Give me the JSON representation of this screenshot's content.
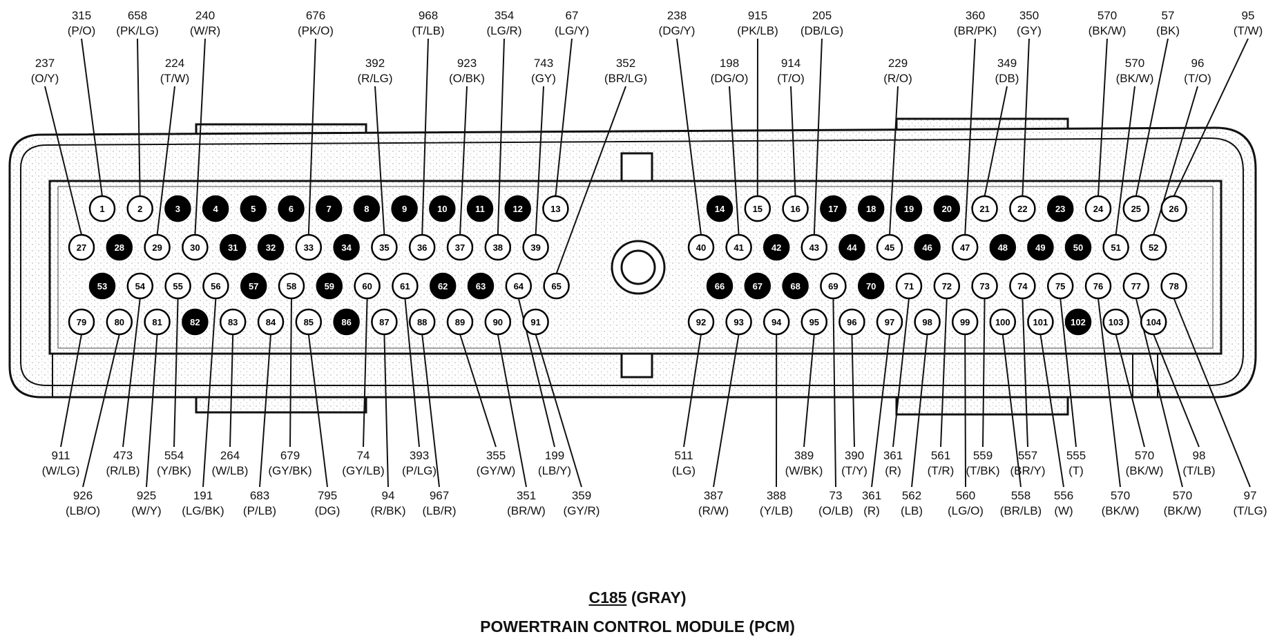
{
  "title": {
    "connector": "C185",
    "connector_suffix": " (GRAY)",
    "module": "POWERTRAIN CONTROL MODULE (PCM)"
  },
  "pins": [
    {
      "n": 1,
      "f": 0
    },
    {
      "n": 2,
      "f": 0
    },
    {
      "n": 3,
      "f": 1
    },
    {
      "n": 4,
      "f": 1
    },
    {
      "n": 5,
      "f": 1
    },
    {
      "n": 6,
      "f": 1
    },
    {
      "n": 7,
      "f": 1
    },
    {
      "n": 8,
      "f": 1
    },
    {
      "n": 9,
      "f": 1
    },
    {
      "n": 10,
      "f": 1
    },
    {
      "n": 11,
      "f": 1
    },
    {
      "n": 12,
      "f": 1
    },
    {
      "n": 13,
      "f": 0
    },
    {
      "n": 14,
      "f": 1
    },
    {
      "n": 15,
      "f": 0
    },
    {
      "n": 16,
      "f": 0
    },
    {
      "n": 17,
      "f": 1
    },
    {
      "n": 18,
      "f": 1
    },
    {
      "n": 19,
      "f": 1
    },
    {
      "n": 20,
      "f": 1
    },
    {
      "n": 21,
      "f": 0
    },
    {
      "n": 22,
      "f": 0
    },
    {
      "n": 23,
      "f": 1
    },
    {
      "n": 24,
      "f": 0
    },
    {
      "n": 25,
      "f": 0
    },
    {
      "n": 26,
      "f": 0
    },
    {
      "n": 27,
      "f": 0
    },
    {
      "n": 28,
      "f": 1
    },
    {
      "n": 29,
      "f": 0
    },
    {
      "n": 30,
      "f": 0
    },
    {
      "n": 31,
      "f": 1
    },
    {
      "n": 32,
      "f": 1
    },
    {
      "n": 33,
      "f": 0
    },
    {
      "n": 34,
      "f": 1
    },
    {
      "n": 35,
      "f": 0
    },
    {
      "n": 36,
      "f": 0
    },
    {
      "n": 37,
      "f": 0
    },
    {
      "n": 38,
      "f": 0
    },
    {
      "n": 39,
      "f": 0
    },
    {
      "n": 40,
      "f": 0
    },
    {
      "n": 41,
      "f": 0
    },
    {
      "n": 42,
      "f": 1
    },
    {
      "n": 43,
      "f": 0
    },
    {
      "n": 44,
      "f": 1
    },
    {
      "n": 45,
      "f": 0
    },
    {
      "n": 46,
      "f": 1
    },
    {
      "n": 47,
      "f": 0
    },
    {
      "n": 48,
      "f": 1
    },
    {
      "n": 49,
      "f": 1
    },
    {
      "n": 50,
      "f": 1
    },
    {
      "n": 51,
      "f": 0
    },
    {
      "n": 52,
      "f": 0
    },
    {
      "n": 53,
      "f": 1
    },
    {
      "n": 54,
      "f": 0
    },
    {
      "n": 55,
      "f": 0
    },
    {
      "n": 56,
      "f": 0
    },
    {
      "n": 57,
      "f": 1
    },
    {
      "n": 58,
      "f": 0
    },
    {
      "n": 59,
      "f": 1
    },
    {
      "n": 60,
      "f": 0
    },
    {
      "n": 61,
      "f": 0
    },
    {
      "n": 62,
      "f": 1
    },
    {
      "n": 63,
      "f": 1
    },
    {
      "n": 64,
      "f": 0
    },
    {
      "n": 65,
      "f": 0
    },
    {
      "n": 66,
      "f": 1
    },
    {
      "n": 67,
      "f": 1
    },
    {
      "n": 68,
      "f": 1
    },
    {
      "n": 69,
      "f": 0
    },
    {
      "n": 70,
      "f": 1
    },
    {
      "n": 71,
      "f": 0
    },
    {
      "n": 72,
      "f": 0
    },
    {
      "n": 73,
      "f": 0
    },
    {
      "n": 74,
      "f": 0
    },
    {
      "n": 75,
      "f": 0
    },
    {
      "n": 76,
      "f": 0
    },
    {
      "n": 77,
      "f": 0
    },
    {
      "n": 78,
      "f": 0
    },
    {
      "n": 79,
      "f": 0
    },
    {
      "n": 80,
      "f": 0
    },
    {
      "n": 81,
      "f": 0
    },
    {
      "n": 82,
      "f": 1
    },
    {
      "n": 83,
      "f": 0
    },
    {
      "n": 84,
      "f": 0
    },
    {
      "n": 85,
      "f": 0
    },
    {
      "n": 86,
      "f": 1
    },
    {
      "n": 87,
      "f": 0
    },
    {
      "n": 88,
      "f": 0
    },
    {
      "n": 89,
      "f": 0
    },
    {
      "n": 90,
      "f": 0
    },
    {
      "n": 91,
      "f": 0
    },
    {
      "n": 92,
      "f": 0
    },
    {
      "n": 93,
      "f": 0
    },
    {
      "n": 94,
      "f": 0
    },
    {
      "n": 95,
      "f": 0
    },
    {
      "n": 96,
      "f": 0
    },
    {
      "n": 97,
      "f": 0
    },
    {
      "n": 98,
      "f": 0
    },
    {
      "n": 99,
      "f": 0
    },
    {
      "n": 100,
      "f": 0
    },
    {
      "n": 101,
      "f": 0
    },
    {
      "n": 102,
      "f": 1
    },
    {
      "n": 103,
      "f": 0
    },
    {
      "n": 104,
      "f": 0
    }
  ],
  "top_labels": [
    {
      "pin": 1,
      "circuit": "315",
      "color": "(P/O)"
    },
    {
      "pin": 2,
      "circuit": "658",
      "color": "(PK/LG)"
    },
    {
      "pin": 30,
      "circuit": "240",
      "color": "(W/R)"
    },
    {
      "pin": 27,
      "circuit": "237",
      "color": "(O/Y)"
    },
    {
      "pin": 29,
      "circuit": "224",
      "color": "(T/W)"
    },
    {
      "pin": 33,
      "circuit": "676",
      "color": "(PK/O)"
    },
    {
      "pin": 35,
      "circuit": "392",
      "color": "(R/LG)"
    },
    {
      "pin": 36,
      "circuit": "968",
      "color": "(T/LB)"
    },
    {
      "pin": 38,
      "circuit": "354",
      "color": "(LG/R)"
    },
    {
      "pin": 37,
      "circuit": "923",
      "color": "(O/BK)"
    },
    {
      "pin": 39,
      "circuit": "743",
      "color": "(GY)"
    },
    {
      "pin": 13,
      "circuit": "67",
      "color": "(LG/Y)"
    },
    {
      "pin": 65,
      "circuit": "352",
      "color": "(BR/LG)"
    },
    {
      "pin": 40,
      "circuit": "238",
      "color": "(DG/Y)"
    },
    {
      "pin": 41,
      "circuit": "198",
      "color": "(DG/O)"
    },
    {
      "pin": 15,
      "circuit": "915",
      "color": "(PK/LB)"
    },
    {
      "pin": 16,
      "circuit": "914",
      "color": "(T/O)"
    },
    {
      "pin": 43,
      "circuit": "205",
      "color": "(DB/LG)"
    },
    {
      "pin": 45,
      "circuit": "229",
      "color": "(R/O)"
    },
    {
      "pin": 47,
      "circuit": "360",
      "color": "(BR/PK)"
    },
    {
      "pin": 21,
      "circuit": "349",
      "color": "(DB)"
    },
    {
      "pin": 22,
      "circuit": "350",
      "color": "(GY)"
    },
    {
      "pin": 24,
      "circuit": "570",
      "color": "(BK/W)"
    },
    {
      "pin": 51,
      "circuit": "570",
      "color": "(BK/W)"
    },
    {
      "pin": 25,
      "circuit": "57",
      "color": "(BK)"
    },
    {
      "pin": 52,
      "circuit": "96",
      "color": "(T/O)"
    },
    {
      "pin": 26,
      "circuit": "95",
      "color": "(T/W)"
    }
  ],
  "bottom_labels": [
    {
      "pin": 79,
      "circuit": "911",
      "color": "(W/LG)"
    },
    {
      "pin": 80,
      "circuit": "926",
      "color": "(LB/O)"
    },
    {
      "pin": 54,
      "circuit": "473",
      "color": "(R/LB)"
    },
    {
      "pin": 81,
      "circuit": "925",
      "color": "(W/Y)"
    },
    {
      "pin": 55,
      "circuit": "554",
      "color": "(Y/BK)"
    },
    {
      "pin": 56,
      "circuit": "191",
      "color": "(LG/BK)"
    },
    {
      "pin": 83,
      "circuit": "264",
      "color": "(W/LB)"
    },
    {
      "pin": 84,
      "circuit": "683",
      "color": "(P/LB)"
    },
    {
      "pin": 58,
      "circuit": "679",
      "color": "(GY/BK)"
    },
    {
      "pin": 85,
      "circuit": "795",
      "color": "(DG)"
    },
    {
      "pin": 60,
      "circuit": "74",
      "color": "(GY/LB)"
    },
    {
      "pin": 87,
      "circuit": "94",
      "color": "(R/BK)"
    },
    {
      "pin": 61,
      "circuit": "393",
      "color": "(P/LG)"
    },
    {
      "pin": 88,
      "circuit": "967",
      "color": "(LB/R)"
    },
    {
      "pin": 89,
      "circuit": "355",
      "color": "(GY/W)"
    },
    {
      "pin": 90,
      "circuit": "351",
      "color": "(BR/W)"
    },
    {
      "pin": 64,
      "circuit": "199",
      "color": "(LB/Y)"
    },
    {
      "pin": 91,
      "circuit": "359",
      "color": "(GY/R)"
    },
    {
      "pin": 92,
      "circuit": "511",
      "color": "(LG)"
    },
    {
      "pin": 93,
      "circuit": "387",
      "color": "(R/W)"
    },
    {
      "pin": 94,
      "circuit": "388",
      "color": "(Y/LB)"
    },
    {
      "pin": 95,
      "circuit": "389",
      "color": "(W/BK)"
    },
    {
      "pin": 69,
      "circuit": "73",
      "color": "(O/LB)"
    },
    {
      "pin": 96,
      "circuit": "390",
      "color": "(T/Y)"
    },
    {
      "pin": 97,
      "circuit": "361",
      "color": "(R)"
    },
    {
      "pin": 71,
      "circuit": "361",
      "color": "(R)"
    },
    {
      "pin": 98,
      "circuit": "562",
      "color": "(LB)"
    },
    {
      "pin": 72,
      "circuit": "561",
      "color": "(T/R)"
    },
    {
      "pin": 99,
      "circuit": "560",
      "color": "(LG/O)"
    },
    {
      "pin": 73,
      "circuit": "559",
      "color": "(T/BK)"
    },
    {
      "pin": 100,
      "circuit": "558",
      "color": "(BR/LB)"
    },
    {
      "pin": 74,
      "circuit": "557",
      "color": "(BR/Y)"
    },
    {
      "pin": 101,
      "circuit": "556",
      "color": "(W)"
    },
    {
      "pin": 75,
      "circuit": "555",
      "color": "(T)"
    },
    {
      "pin": 76,
      "circuit": "570",
      "color": "(BK/W)"
    },
    {
      "pin": 103,
      "circuit": "570",
      "color": "(BK/W)"
    },
    {
      "pin": 77,
      "circuit": "570",
      "color": "(BK/W)"
    },
    {
      "pin": 104,
      "circuit": "98",
      "color": "(T/LB)"
    },
    {
      "pin": 78,
      "circuit": "97",
      "color": "(T/LG)"
    }
  ]
}
